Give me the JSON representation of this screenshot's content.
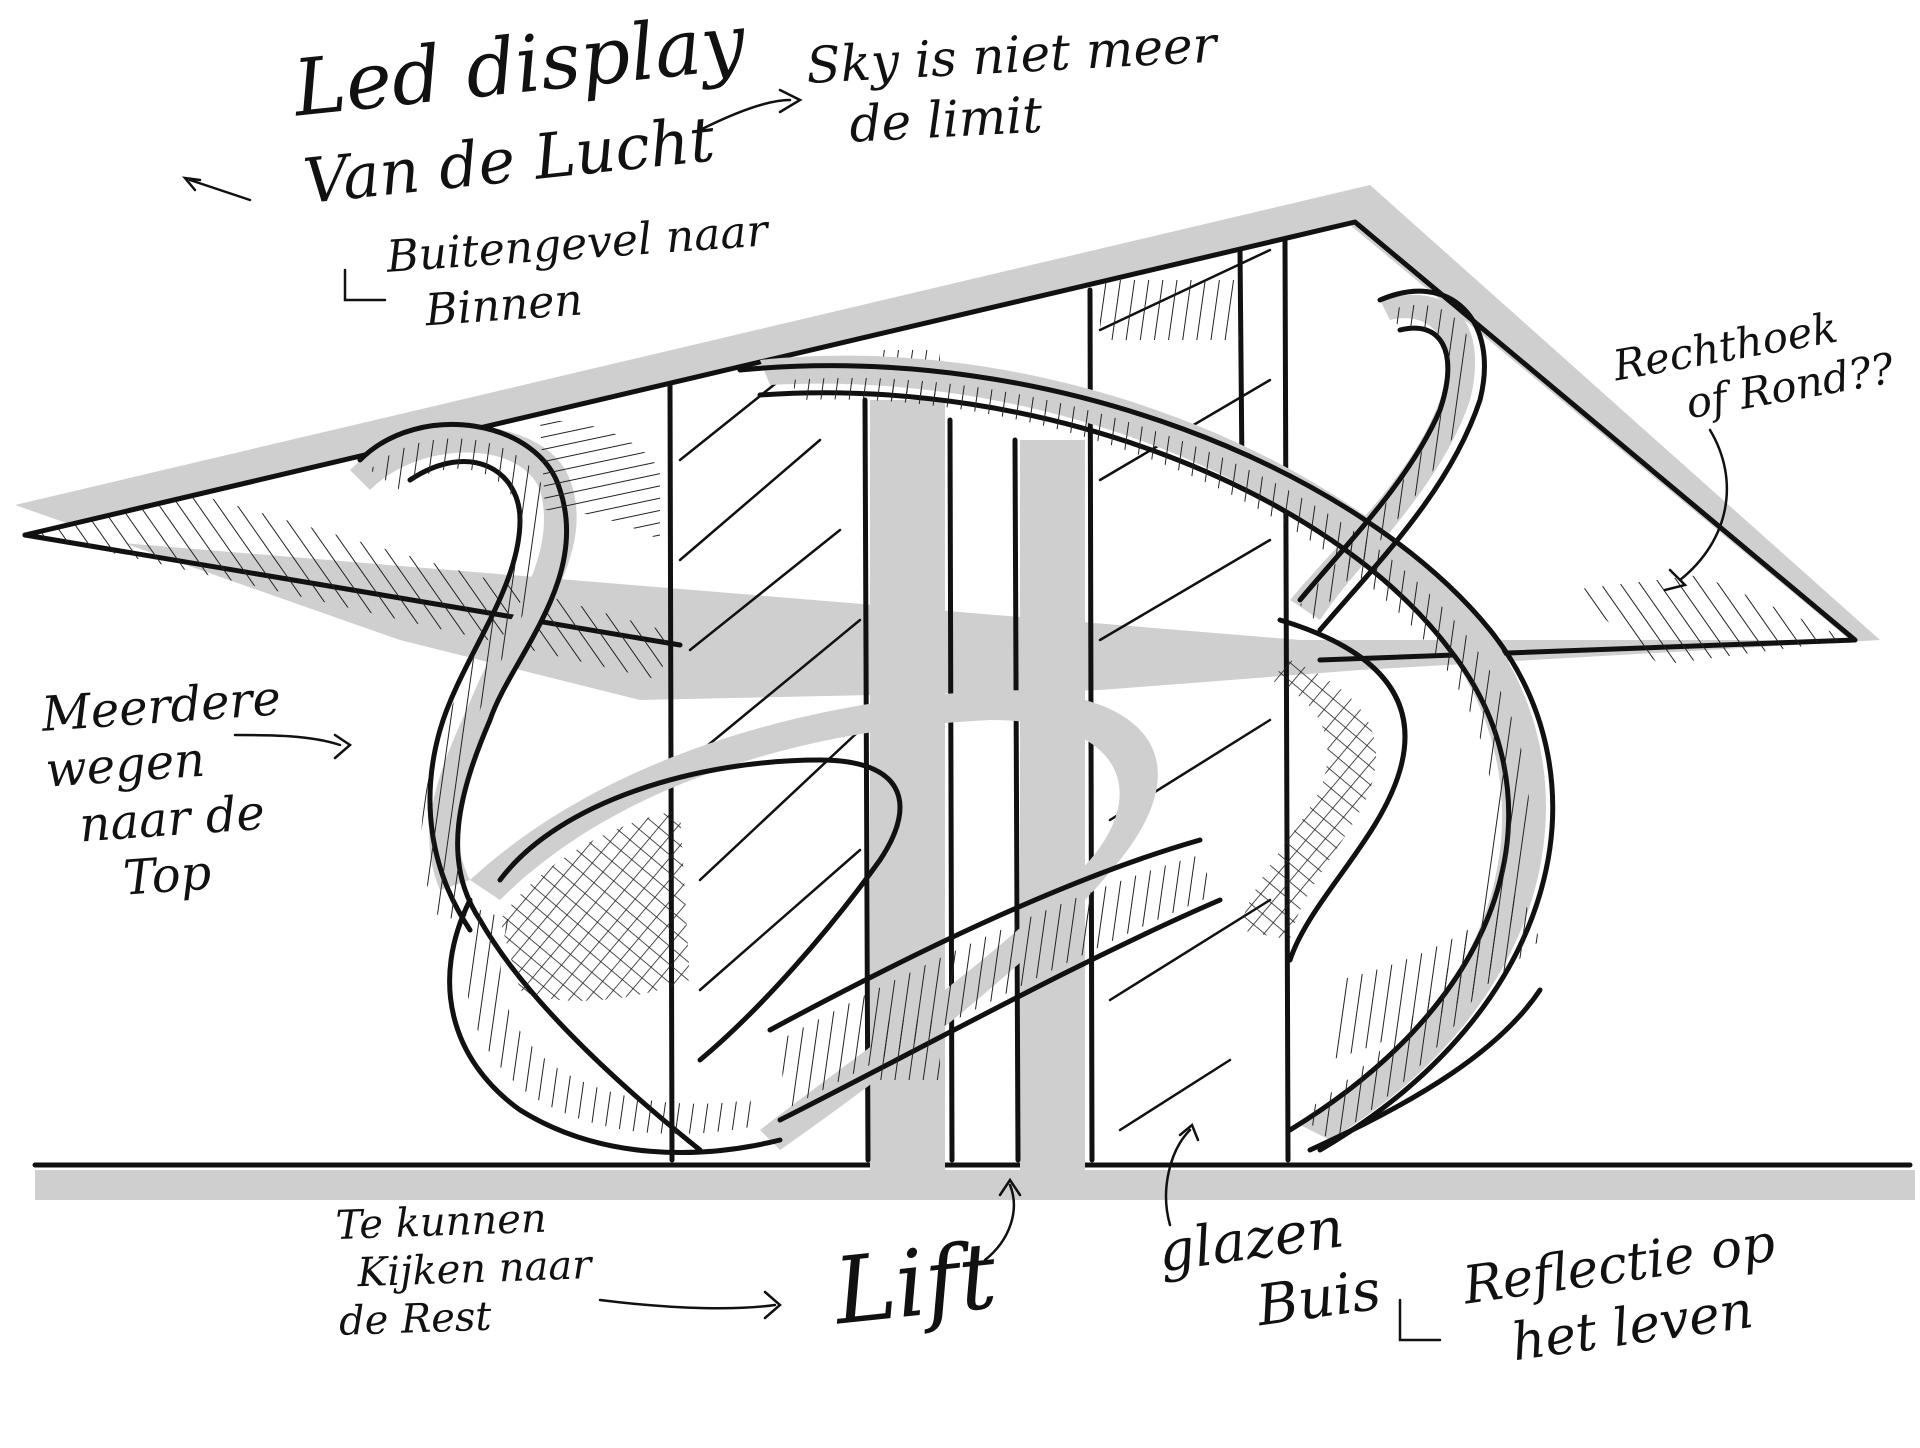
{
  "annotations": {
    "led_display_line1": "Led display",
    "led_display_line2": "Van de Lucht",
    "sky_line1": "Sky is niet meer",
    "sky_line2": "de limit",
    "buitengevel_line1": "Buitengevel naar",
    "buitengevel_line2": "Binnen",
    "rechthoek_line1": "Rechthoek",
    "rechthoek_line2": "of Rond??",
    "meerdere_line1": "Meerdere",
    "meerdere_line2": "wegen",
    "meerdere_line3": "naar de",
    "meerdere_line4": "Top",
    "kijken_line1": "Te kunnen",
    "kijken_line2": "Kijken naar",
    "kijken_line3": "de Rest",
    "lift": "Lift",
    "glazen_line1": "glazen",
    "glazen_line2": "Buis",
    "reflectie_line1": "Reflectie op",
    "reflectie_line2": "het leven"
  },
  "colors": {
    "ink": "#111111",
    "shadow_grey": "#cfcfcf",
    "paper": "#ffffff"
  }
}
